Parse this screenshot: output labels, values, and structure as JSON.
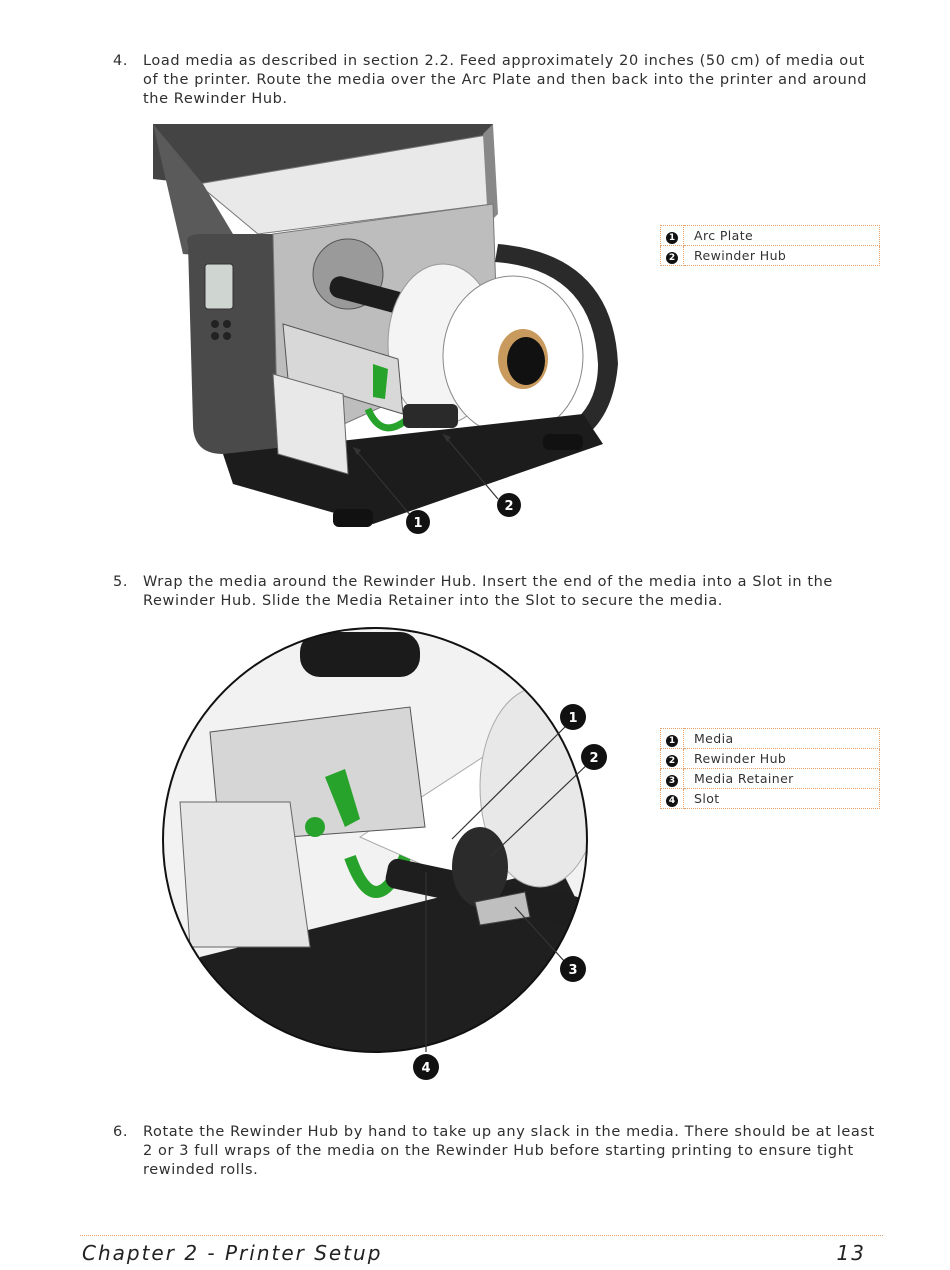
{
  "steps": [
    {
      "number": "4.",
      "text": "Load media as described in section 2.2.  Feed approximately 20 inches (50 cm) of media out of the printer.  Route the media over the Arc Plate and then back into the printer and around the Rewinder Hub."
    },
    {
      "number": "5.",
      "text": "Wrap the media around the Rewinder Hub. Insert the end of the media into a Slot in the Rewinder Hub.  Slide the Media Retainer into the Slot to secure the media."
    },
    {
      "number": "6.",
      "text": "Rotate the Rewinder Hub by hand to take up any slack in the media. There should be at least 2 or 3 full wraps of the media on the Rewinder Hub before starting printing to ensure tight rewinded rolls."
    }
  ],
  "figure1": {
    "callouts": [
      "1",
      "2"
    ],
    "legend": [
      {
        "n": "1",
        "label": "Arc Plate"
      },
      {
        "n": "2",
        "label": "Rewinder Hub"
      }
    ]
  },
  "figure2": {
    "callouts": [
      "1",
      "2",
      "3",
      "4"
    ],
    "legend": [
      {
        "n": "1",
        "label": "Media"
      },
      {
        "n": "2",
        "label": "Rewinder Hub"
      },
      {
        "n": "3",
        "label": "Media Retainer"
      },
      {
        "n": "4",
        "label": "Slot"
      }
    ]
  },
  "footer": {
    "chapter": "Chapter 2 - Printer Setup",
    "page": "13"
  },
  "colors": {
    "accent_green": "#27a32b",
    "rule_orange": "#e3a06a"
  }
}
